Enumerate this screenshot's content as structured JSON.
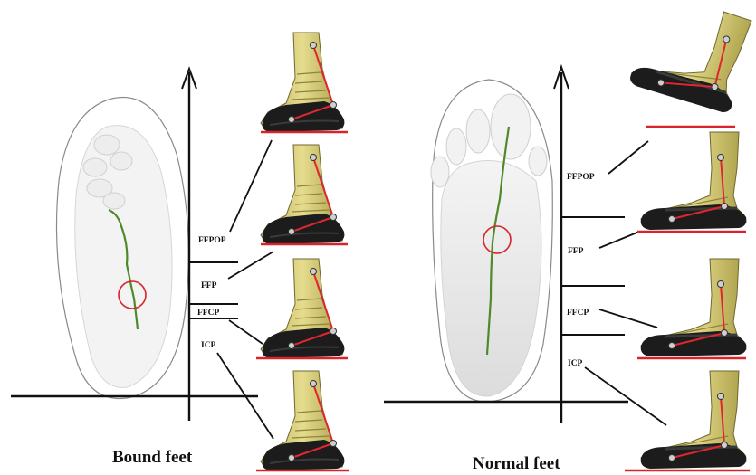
{
  "panels": {
    "bound": {
      "caption": "Bound feet",
      "phases": [
        "FFPOP",
        "FFP",
        "FFCP",
        "ICP"
      ]
    },
    "normal": {
      "caption": "Normal feet",
      "phases": [
        "FFPOP",
        "FFP",
        "FFCP",
        "ICP"
      ]
    }
  },
  "colors": {
    "axis": "#111111",
    "footprint_outline": "#8a8a8a",
    "footprint_fill_bound": "#f3f3f3",
    "footprint_fill_normal": "#ececec",
    "pressure_trace": "#4f8a2a",
    "highlight_circle": "#d8232a",
    "ground_line": "#d8232a",
    "skin": "#d9cf7a",
    "shoe": "#1c1c1c",
    "marker_segment": "#e0262e"
  }
}
